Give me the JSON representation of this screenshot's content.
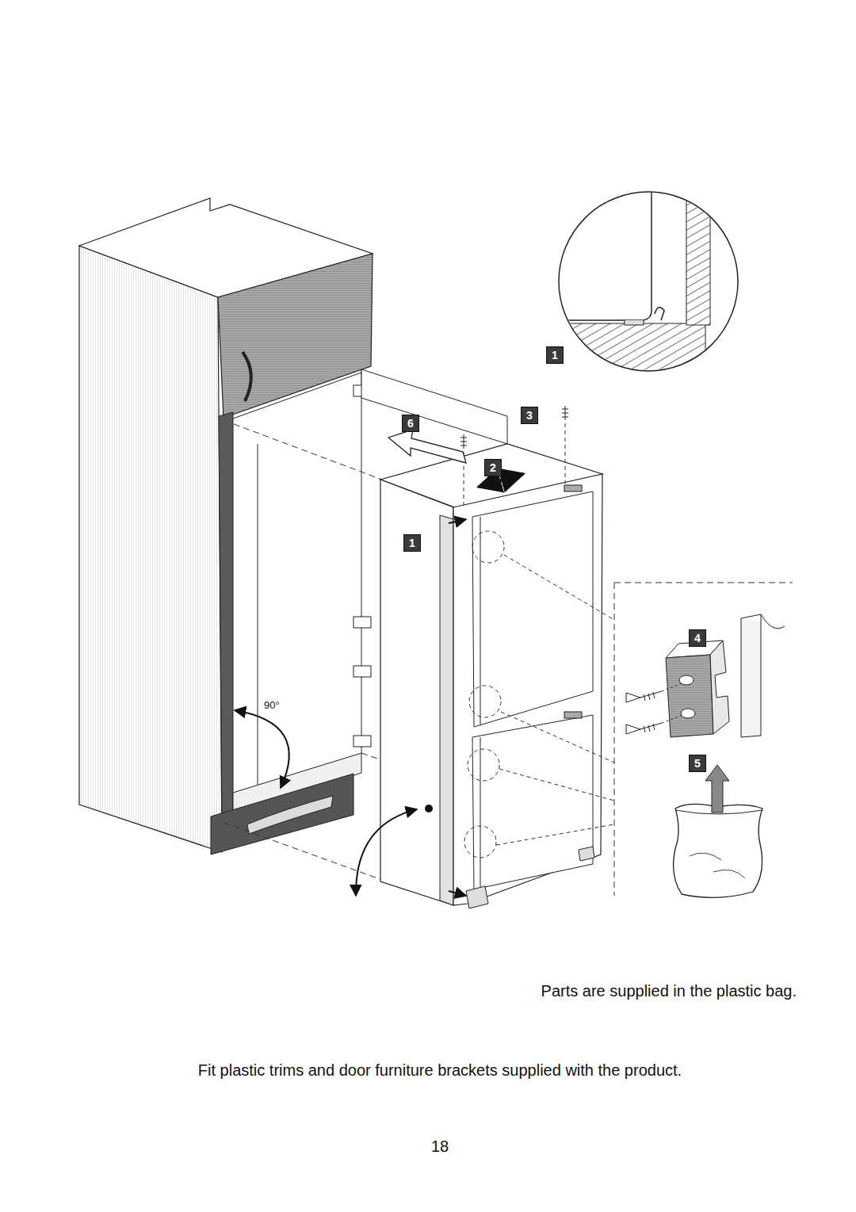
{
  "diagram": {
    "nodes": [
      {
        "text": [
          "1"
        ]
      },
      {
        "text": [
          "6"
        ]
      },
      {
        "text": [
          "3"
        ]
      },
      {
        "text": [
          "2"
        ]
      },
      {
        "text": [
          "1"
        ]
      },
      {
        "text": [
          "4"
        ]
      },
      {
        "text": [
          "5"
        ]
      }
    ],
    "labels": [
      "90°",
      "Parts are supplied in the plastic bag.",
      "Fit plastic trims and door furniture brackets supplied with the product.",
      "18"
    ]
  }
}
